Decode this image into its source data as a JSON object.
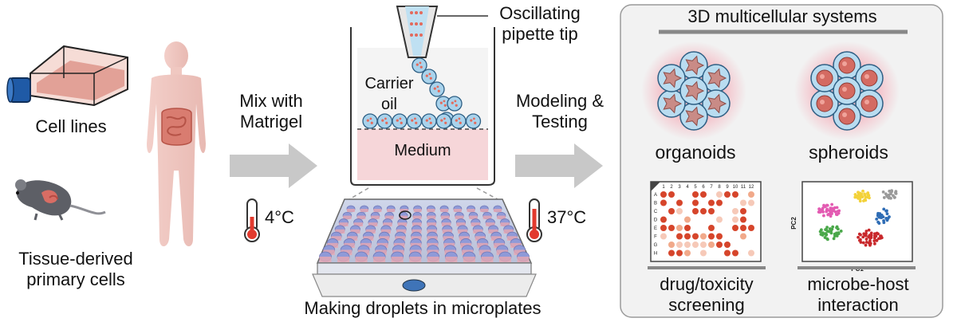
{
  "sources": {
    "cell_lines": "Cell lines",
    "tissue_primary": [
      "Tissue-derived",
      "primary cells"
    ]
  },
  "step_mix": {
    "label": [
      "Mix with",
      "Matrigel"
    ],
    "temperature": "4°C"
  },
  "droplet_device": {
    "pipette_label": [
      "Oscillating",
      "pipette tip"
    ],
    "oil_label": [
      "Carrier",
      "oil"
    ],
    "medium_label": "Medium",
    "caption": "Making droplets in microplates"
  },
  "step_model": {
    "label": [
      "Modeling &",
      "Testing"
    ],
    "temperature": "37°C"
  },
  "systems_panel": {
    "title": "3D multicellular systems",
    "organoids": "organoids",
    "spheroids": "spheroids",
    "drug_screening": [
      "drug/toxicity",
      "screening"
    ],
    "microbe_host": [
      "microbe-host",
      "interaction"
    ],
    "plate_columns": [
      "1",
      "2",
      "3",
      "4",
      "5",
      "6",
      "7",
      "8",
      "9",
      "10",
      "11",
      "12"
    ],
    "plate_rows": [
      "A",
      "B",
      "C",
      "D",
      "E",
      "F",
      "G",
      "H"
    ],
    "pca_xlabel": "PC1",
    "pca_ylabel": "PC2"
  },
  "colors": {
    "arrow": "#c8c8c8",
    "tissue_pink": "#e8c3bd",
    "organ_red": "#d9786c",
    "droplet_blue": "#a9d3ec",
    "medium_pink": "#f2d3d6",
    "plate_dark_red": "#d6452b",
    "plate_light": "#f1a98a",
    "pca_pink": "#e35bb2",
    "pca_yellow": "#f3d23a",
    "pca_gray": "#9a9a9a",
    "pca_blue": "#2f6db5",
    "pca_green": "#4aa84a",
    "pca_red": "#c8282b"
  }
}
